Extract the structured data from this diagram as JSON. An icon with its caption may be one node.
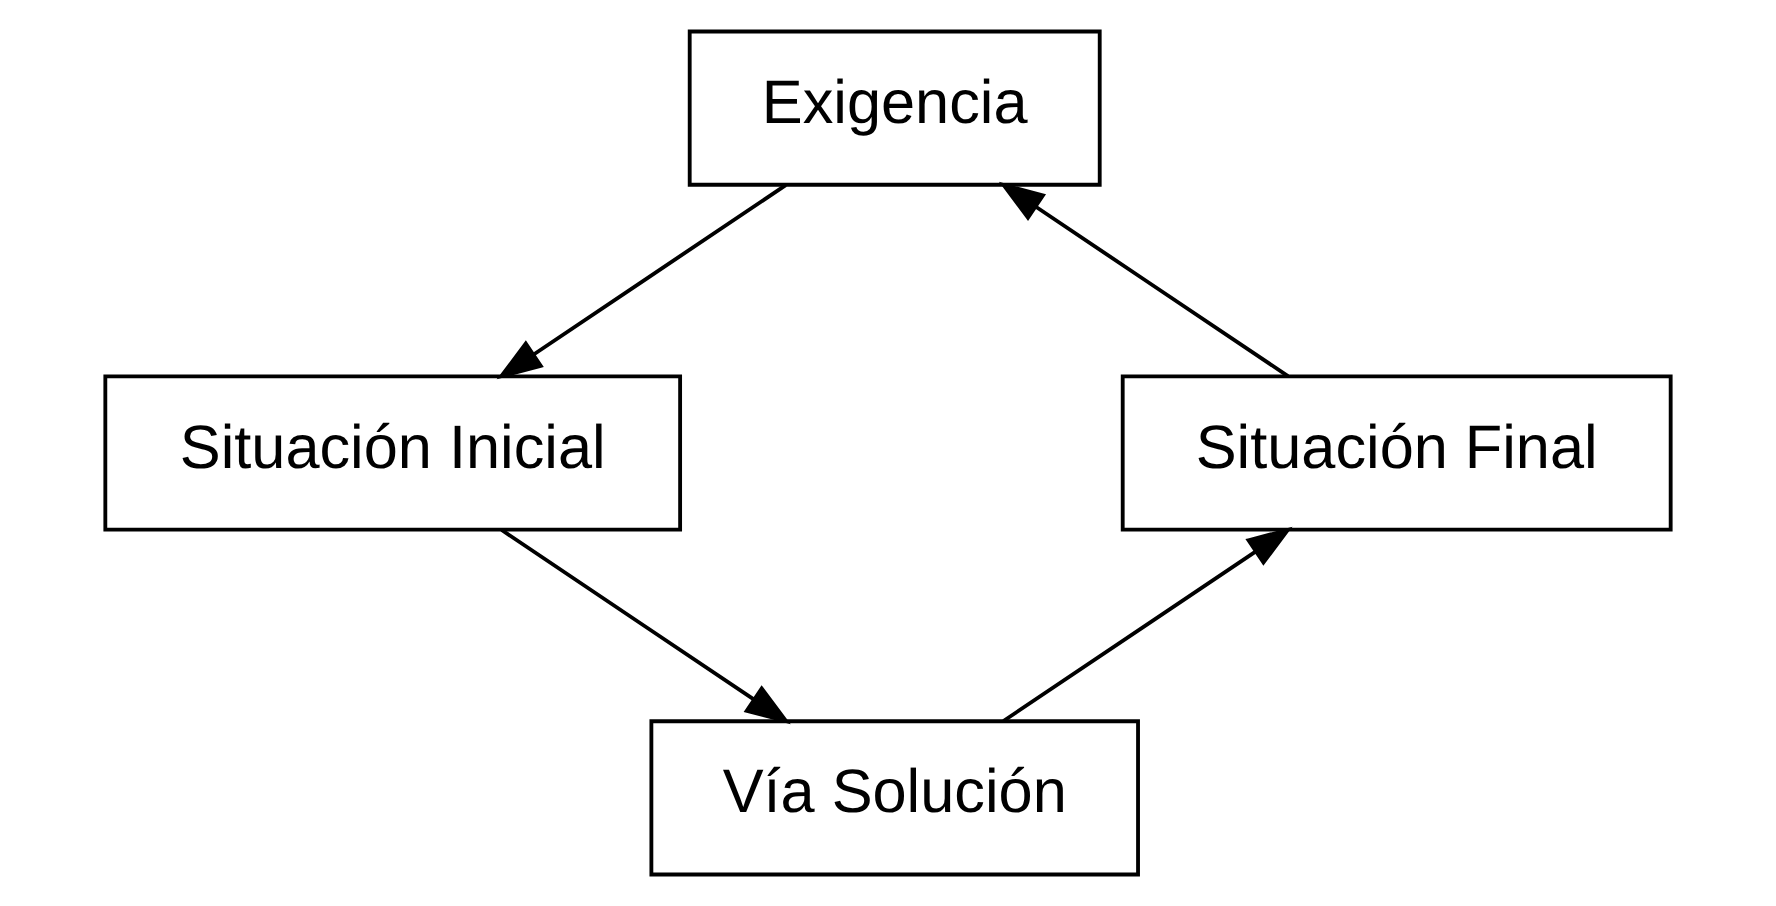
{
  "diagram": {
    "nodes": [
      {
        "text": [
          "Exigencia"
        ]
      },
      {
        "text": [
          "Situación Inicial"
        ]
      },
      {
        "text": [
          "Situación Final"
        ]
      },
      {
        "text": [
          "Vía Solución"
        ]
      }
    ],
    "edges": [
      {
        "from": 0,
        "to": 1,
        "arrow": "to"
      },
      {
        "from": 1,
        "to": 3,
        "arrow": "to"
      },
      {
        "from": 3,
        "to": 2,
        "arrow": "to"
      },
      {
        "from": 2,
        "to": 0,
        "arrow": "to"
      }
    ]
  }
}
